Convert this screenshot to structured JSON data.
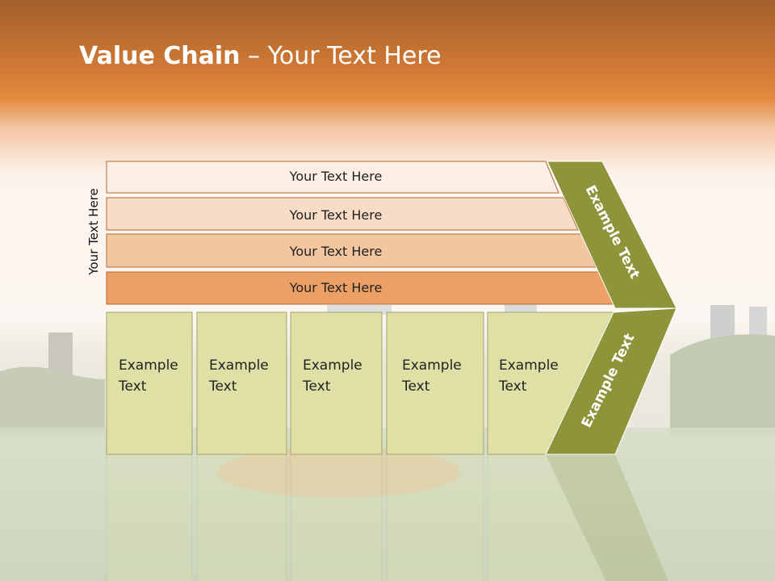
{
  "title": {
    "bold": "Value Chain",
    "rest": " – Your Text Here"
  },
  "side_label": "Your Text Here",
  "rows": [
    "Your Text Here",
    "Your Text Here",
    "Your Text Here",
    "Your Text Here"
  ],
  "columns": [
    [
      "Example",
      "Text"
    ],
    [
      "Example",
      "Text"
    ],
    [
      "Example",
      "Text"
    ],
    [
      "Example",
      "Text"
    ],
    [
      "Example",
      "Text"
    ]
  ],
  "arrow_top_label": "Example Text",
  "arrow_bottom_label": "Example Text",
  "colors": {
    "header": "#e38a3e",
    "row_fills": [
      "#fbeee4",
      "#f9dcc6",
      "#f4c6a0",
      "#eda065"
    ],
    "row_stroke": "#b26a35",
    "column_fill": "#dee0a6",
    "column_stroke": "#a3a36b",
    "arrow": "#8d943a"
  }
}
